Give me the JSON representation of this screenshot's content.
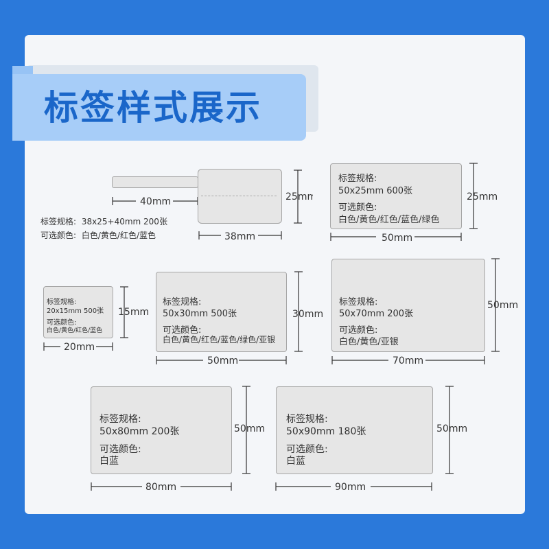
{
  "title": "标签样式展示",
  "label_1": {
    "width": "40mm",
    "card_width": "38mm",
    "height": "25mm",
    "spec_label": "标签规格:",
    "spec_value": "38x25+40mm  200张",
    "color_label": "可选颜色:",
    "color_value": "白色/黄色/红色/蓝色"
  },
  "label_2": {
    "spec_label": "标签规格:",
    "spec_value": "50x25mm   600张",
    "color_label": "可选颜色:",
    "color_value": "白色/黄色/红色/蓝色/绿色",
    "width": "50mm",
    "height": "25mm"
  },
  "label_3": {
    "spec_label": "标签规格:",
    "spec_value": "20x15mm   500张",
    "color_label": "可选颜色:",
    "color_value": "白色/黄色/红色/蓝色",
    "width": "20mm",
    "height": "15mm"
  },
  "label_4": {
    "spec_label": "标签规格:",
    "spec_value": "50x30mm   500张",
    "color_label": "可选颜色:",
    "color_value": "白色/黄色/红色/蓝色/绿色/亚银",
    "width": "50mm",
    "height": "30mm"
  },
  "label_5": {
    "spec_label": "标签规格:",
    "spec_value": "50x70mm   200张",
    "color_label": "可选颜色:",
    "color_value": "白色/黄色/亚银",
    "width": "70mm",
    "height": "50mm"
  },
  "label_6": {
    "spec_label": "标签规格:",
    "spec_value": "50x80mm   200张",
    "color_label": "可选颜色:",
    "color_value": "白蓝",
    "width": "80mm",
    "height": "50mm"
  },
  "label_7": {
    "spec_label": "标签规格:",
    "spec_value": "50x90mm   180张",
    "color_label": "可选颜色:",
    "color_value": "白蓝",
    "width": "90mm",
    "height": "50mm"
  },
  "colors": {
    "background": "#2b79da",
    "banner": "#a7cdf8",
    "title_text": "#1a66c9",
    "label_fill": "#e6e6e6",
    "label_border": "#a6a6a6"
  }
}
